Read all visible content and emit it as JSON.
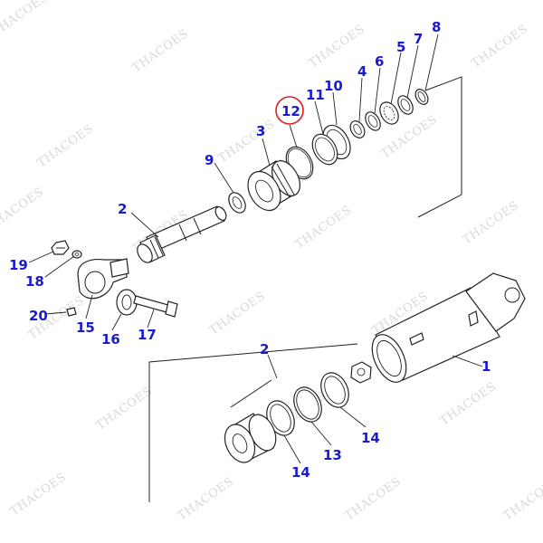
{
  "watermark": "THACOES",
  "highlight_color": "#e02020",
  "callout_color": "#1a1ad0",
  "callouts": {
    "c1": "1",
    "c2a": "2",
    "c2b": "2",
    "c3": "3",
    "c4": "4",
    "c5": "5",
    "c6": "6",
    "c7": "7",
    "c8": "8",
    "c9": "9",
    "c10": "10",
    "c11": "11",
    "c12": "12",
    "c13": "13",
    "c14a": "14",
    "c14b": "14",
    "c15": "15",
    "c16": "16",
    "c17": "17",
    "c18": "18",
    "c19": "19",
    "c20": "20"
  }
}
